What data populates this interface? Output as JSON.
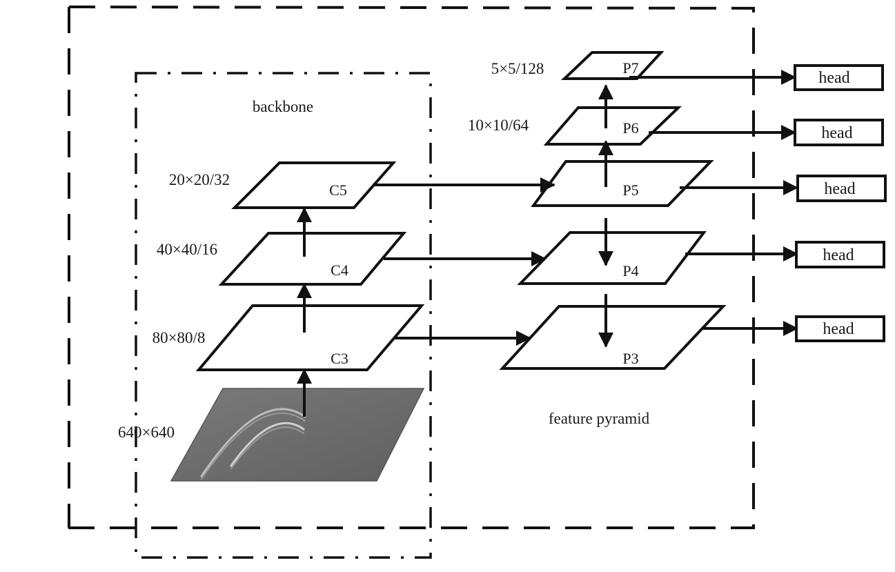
{
  "regions": {
    "backbone_label": "backbone",
    "pyramid_label": "feature pyramid"
  },
  "input": {
    "size_label": "640×640",
    "fill_color": "#6d6d6d"
  },
  "backbone": [
    {
      "id": "C3",
      "label": "C3",
      "size_label": "80×80/8"
    },
    {
      "id": "C4",
      "label": "C4",
      "size_label": "40×40/16"
    },
    {
      "id": "C5",
      "label": "C5",
      "size_label": "20×20/32"
    }
  ],
  "pyramid": [
    {
      "id": "P3",
      "label": "P3",
      "size_label": ""
    },
    {
      "id": "P4",
      "label": "P4",
      "size_label": ""
    },
    {
      "id": "P5",
      "label": "P5",
      "size_label": ""
    },
    {
      "id": "P6",
      "label": "P6",
      "size_label": "10×10/64"
    },
    {
      "id": "P7",
      "label": "P7",
      "size_label": "5×5/128"
    }
  ],
  "heads": [
    {
      "from": "P7",
      "label": "head"
    },
    {
      "from": "P6",
      "label": "head"
    },
    {
      "from": "P5",
      "label": "head"
    },
    {
      "from": "P4",
      "label": "head"
    },
    {
      "from": "P3",
      "label": "head"
    }
  ]
}
